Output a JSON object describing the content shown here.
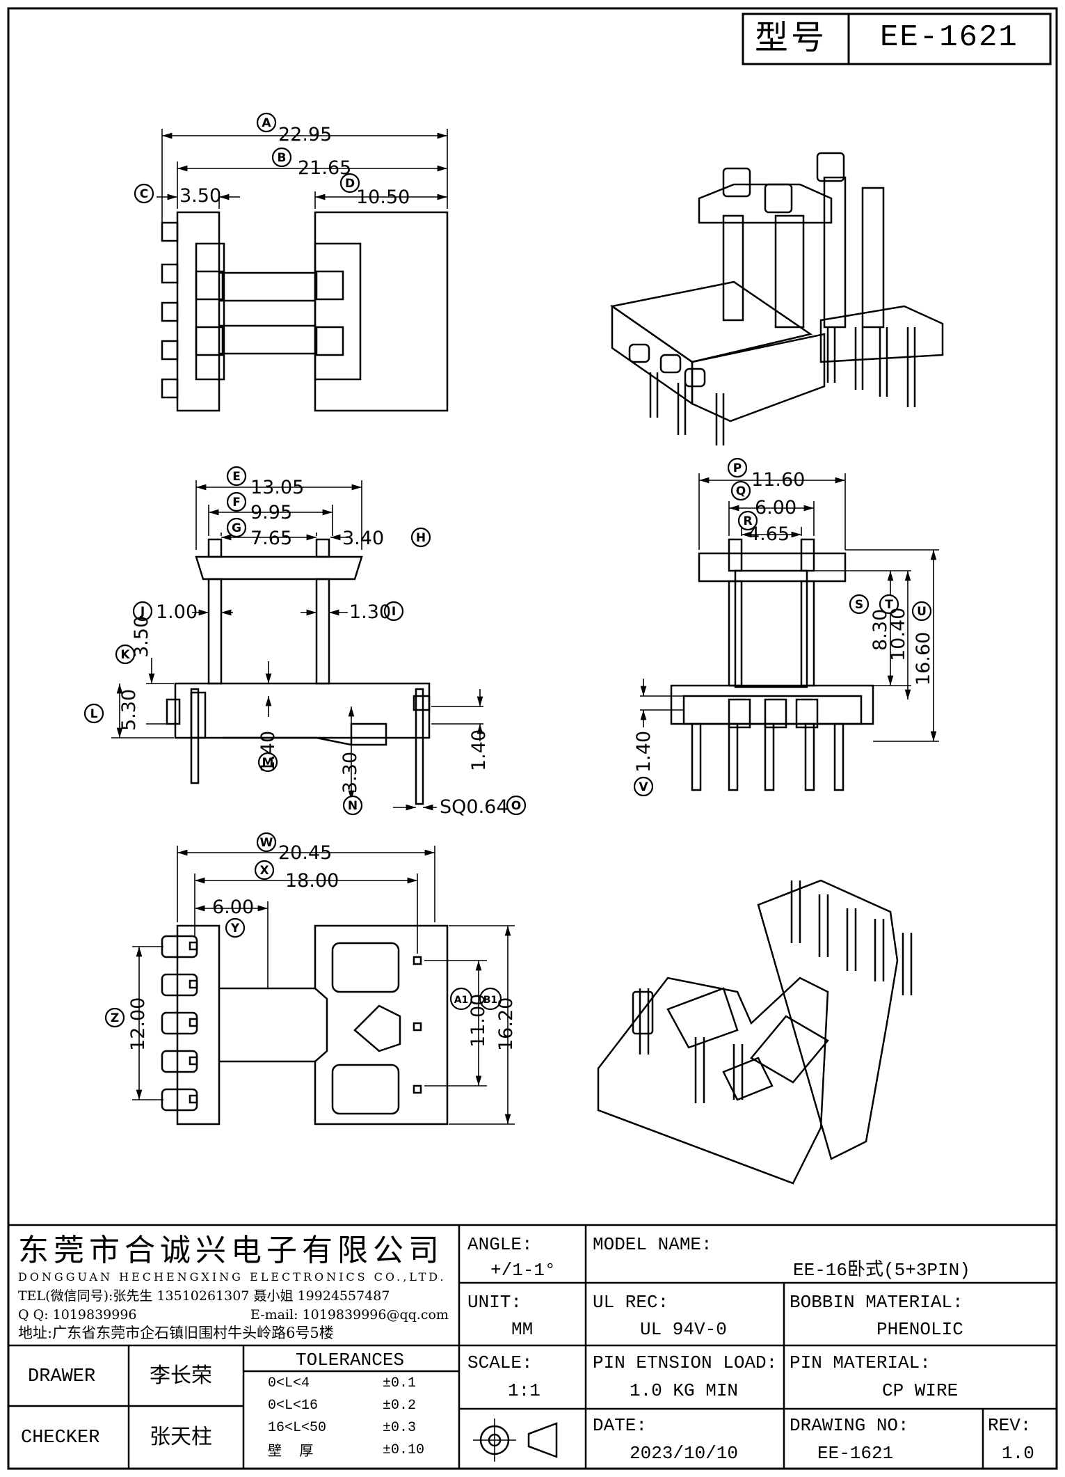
{
  "model_box": {
    "label": "型号",
    "value": "EE-1621"
  },
  "dimensions": {
    "A": "22.95",
    "B": "21.65",
    "C": "3.50",
    "D": "10.50",
    "E": "13.05",
    "F": "9.95",
    "G": "7.65",
    "H": "3.40",
    "I": "1.30",
    "J": "1.00",
    "K": "3.50",
    "L": "5.30",
    "M": "1.40",
    "N": "3.30",
    "pin_h": "1.40",
    "O": "SQ0.64",
    "P": "11.60",
    "Q": "6.00",
    "R": "4.65",
    "S": "8.30",
    "T": "10.40",
    "U": "16.60",
    "V": "1.40",
    "W": "20.45",
    "X": "18.00",
    "Y": "6.00",
    "Z": "12.00",
    "A1": "11.00",
    "B1": "16.20"
  },
  "markers": {
    "A": "A",
    "B": "B",
    "C": "C",
    "D": "D",
    "E": "E",
    "F": "F",
    "G": "G",
    "H": "H",
    "I": "I",
    "J": "J",
    "K": "K",
    "L": "L",
    "M": "M",
    "N": "N",
    "O": "O",
    "P": "P",
    "Q": "Q",
    "R": "R",
    "S": "S",
    "T": "T",
    "U": "U",
    "V": "V",
    "W": "W",
    "X": "X",
    "Y": "Y",
    "Z": "Z",
    "A1": "A1",
    "B1": "B1"
  },
  "title_block": {
    "company_cn": "东莞市合诚兴电子有限公司",
    "company_en": "DONGGUAN HECHENGXING ELECTRONICS CO.,LTD.",
    "tel": "TEL(微信同号):张先生 13510261307 聂小姐 19924557487",
    "qq": "Q Q: 1019839996",
    "email": "E-mail: 1019839996@qq.com",
    "address": "地址:广东省东莞市企石镇旧围村牛头岭路6号5楼",
    "angle_label": "ANGLE:",
    "angle_value": "+/1-1°",
    "unit_label": "UNIT:",
    "unit_value": "MM",
    "scale_label": "SCALE:",
    "scale_value": "1:1",
    "model_name_label": "MODEL NAME:",
    "model_name_value": "EE-16卧式(5+3PIN)",
    "ul_label": "UL REC:",
    "ul_value": "UL 94V-0",
    "bobbin_label": "BOBBIN MATERIAL:",
    "bobbin_value": "PHENOLIC",
    "pin_load_label": "PIN ETNSION LOAD:",
    "pin_load_value": "1.0 KG MIN",
    "pin_material_label": "PIN MATERIAL:",
    "pin_material_value": "CP WIRE",
    "date_label": "DATE:",
    "date_value": "2023/10/10",
    "drawing_no_label": "DRAWING NO:",
    "drawing_no_value": "EE-1621",
    "rev_label": "REV:",
    "rev_value": "1.0",
    "drawer_label": "DRAWER",
    "drawer_value": "李长荣",
    "checker_label": "CHECKER",
    "checker_value": "张天柱",
    "tolerances_title": "TOLERANCES",
    "tolerances": [
      {
        "range": "0<L<4",
        "value": "±0.1"
      },
      {
        "range": "0<L<16",
        "value": "±0.2"
      },
      {
        "range": "16<L<50",
        "value": "±0.3"
      },
      {
        "range": "壁    厚",
        "value": "±0.10"
      }
    ]
  }
}
